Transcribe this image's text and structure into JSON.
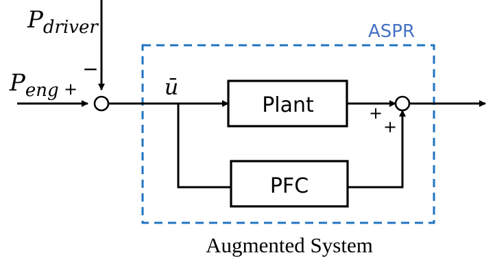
{
  "diagram": {
    "inputs": {
      "engine": {
        "symbol": "P",
        "subscript": "eng",
        "sign": "+"
      },
      "driver": {
        "symbol": "P",
        "subscript": "driver",
        "sign": "−"
      }
    },
    "control_signal": {
      "symbol": "ū"
    },
    "blocks": {
      "plant": {
        "label": "Plant"
      },
      "pfc": {
        "label": "PFC"
      }
    },
    "output_junction": {
      "sign_top": "+",
      "sign_bottom": "+"
    },
    "group": {
      "label": "ASPR",
      "caption": "Augmented System",
      "color": "#1f73c0",
      "label_color": "#4472c4"
    }
  }
}
